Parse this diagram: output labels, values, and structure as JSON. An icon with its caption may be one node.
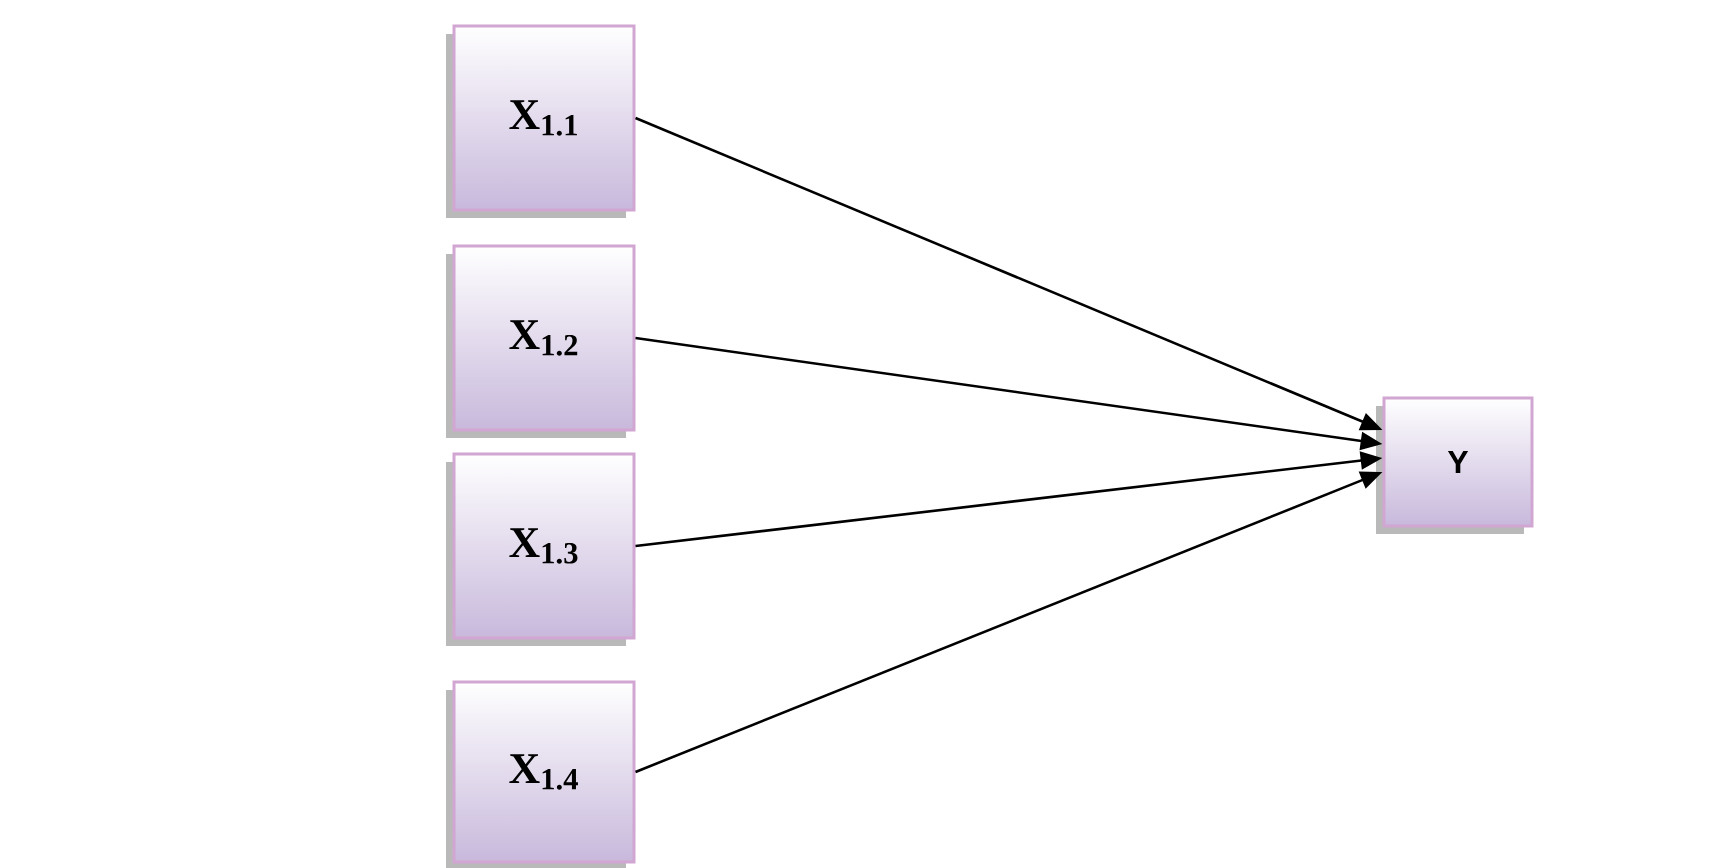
{
  "diagram": {
    "nodes": [
      {
        "text": [
          "X$_{1.1}$"
        ]
      },
      {
        "text": [
          "X$_{1.2}$"
        ]
      },
      {
        "text": [
          "X$_{1.3}$"
        ]
      },
      {
        "text": [
          "X$_{1.4}$"
        ]
      },
      {
        "text": [
          "Y"
        ]
      }
    ],
    "edges": [
      {
        "from": 0,
        "to": 4,
        "arrow": "to"
      },
      {
        "from": 1,
        "to": 4,
        "arrow": "to"
      },
      {
        "from": 2,
        "to": 4,
        "arrow": "to"
      },
      {
        "from": 3,
        "to": 4,
        "arrow": "to"
      }
    ]
  }
}
